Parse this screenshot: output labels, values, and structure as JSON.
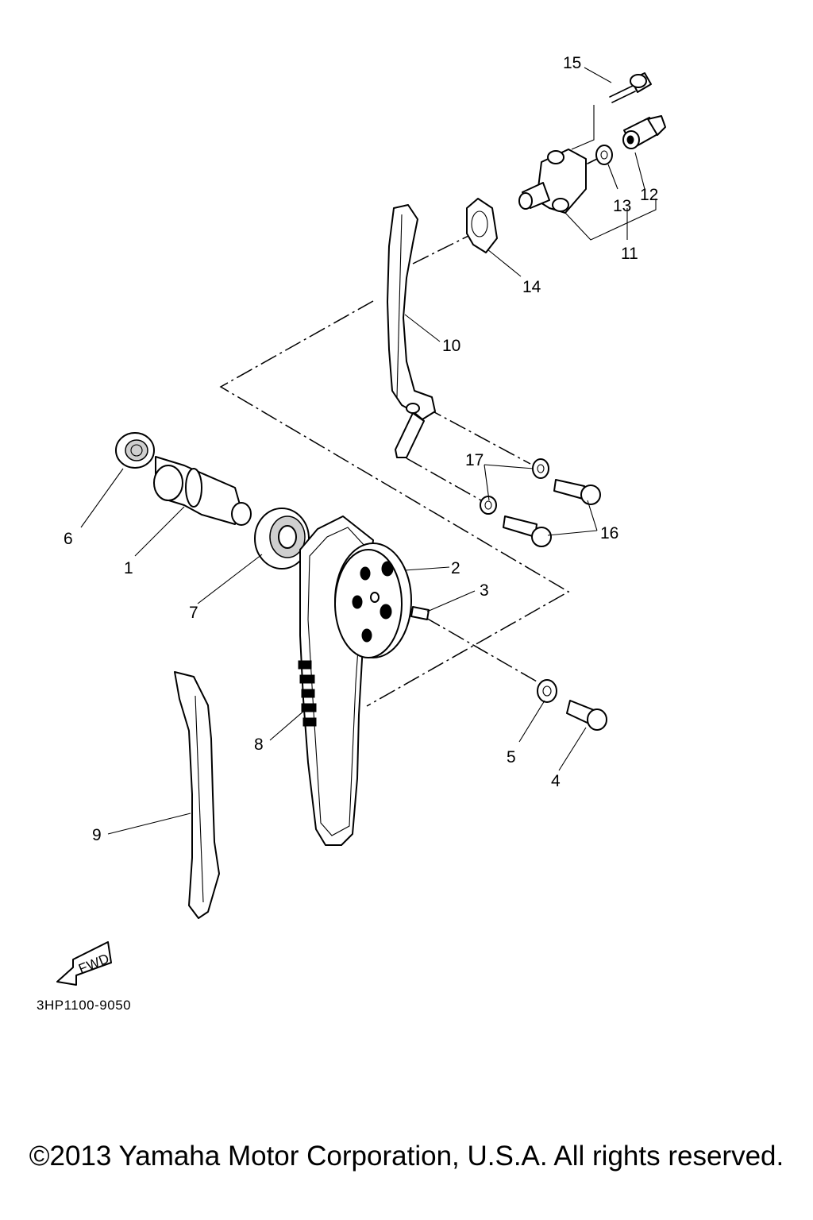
{
  "diagram": {
    "part_numbers": [
      "1",
      "2",
      "3",
      "4",
      "5",
      "6",
      "7",
      "8",
      "9",
      "10",
      "11",
      "12",
      "13",
      "14",
      "15",
      "16",
      "17"
    ],
    "fwd_label": "FWD",
    "drawing_code": "3HP1100-9050"
  },
  "footer": {
    "copyright": "©2013 Yamaha Motor Corporation, U.S.A. All rights reserved."
  }
}
